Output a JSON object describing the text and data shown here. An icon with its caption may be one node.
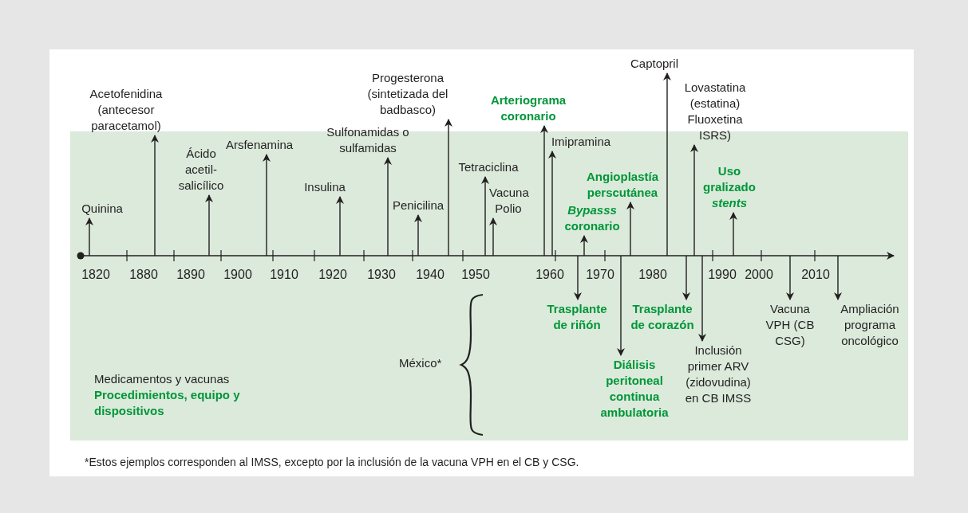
{
  "diagram": {
    "nodes": [
      {
        "text": [
          "Quinina"
        ]
      },
      {
        "text": [
          "Acetofenidina (antecesor paracetamol)"
        ]
      },
      {
        "text": [
          "Ácido acetil- salicílico"
        ]
      },
      {
        "text": [
          "Arsfenamina"
        ]
      },
      {
        "text": [
          "Insulina"
        ]
      },
      {
        "text": [
          "Sulfonamidas o sulfamidas"
        ]
      },
      {
        "text": [
          "Penicilina"
        ]
      },
      {
        "text": [
          "Progesterona (sintetizada del badbasco)"
        ]
      },
      {
        "text": [
          "Tetraciclina"
        ]
      },
      {
        "text": [
          "Vacuna Polio"
        ]
      },
      {
        "text": [
          "Arteriograma coronario"
        ]
      },
      {
        "text": [
          "Imipramina"
        ]
      },
      {
        "text": [
          "*Bypasss* coronario"
        ]
      },
      {
        "text": [
          "Angioplastía perscutánea"
        ]
      },
      {
        "text": [
          "Captopril"
        ]
      },
      {
        "text": [
          "Lovastatina (estatina) Fluoxetina ISRS)"
        ]
      },
      {
        "text": [
          "Uso gralizado *stents*"
        ]
      },
      {
        "text": [
          "Trasplante de riñón"
        ]
      },
      {
        "text": [
          "Diálisis peritoneal continua ambulatoria"
        ]
      },
      {
        "text": [
          "Trasplante de corazón"
        ]
      },
      {
        "text": [
          "Inclusión primer ARV (zidovudina) en CB IMSS"
        ]
      },
      {
        "text": [
          "Vacuna VPH (CB CSG)"
        ]
      },
      {
        "text": [
          "Ampliación programa oncológico"
        ]
      }
    ],
    "edges": [
      {
        "from": null,
        "to": 0,
        "arrow": "to"
      },
      {
        "from": null,
        "to": 1,
        "arrow": "to"
      },
      {
        "from": null,
        "to": 2,
        "arrow": "to"
      },
      {
        "from": null,
        "to": 3,
        "arrow": "to"
      },
      {
        "from": null,
        "to": 4,
        "arrow": "to"
      },
      {
        "from": null,
        "to": 5,
        "arrow": "to"
      },
      {
        "from": null,
        "to": 6,
        "arrow": "to"
      },
      {
        "from": null,
        "to": 7,
        "arrow": "to"
      },
      {
        "from": null,
        "to": 8,
        "arrow": "to"
      },
      {
        "from": null,
        "to": 9,
        "arrow": "to"
      },
      {
        "from": null,
        "to": 10,
        "arrow": "to"
      },
      {
        "from": null,
        "to": 11,
        "arrow": "to"
      },
      {
        "from": null,
        "to": 12,
        "arrow": "to"
      },
      {
        "from": null,
        "to": 13,
        "arrow": "to"
      },
      {
        "from": null,
        "to": 14,
        "arrow": "to"
      },
      {
        "from": null,
        "to": 15,
        "arrow": "to"
      },
      {
        "from": null,
        "to": 16,
        "arrow": "to"
      },
      {
        "from": null,
        "to": 17,
        "arrow": "to"
      },
      {
        "from": null,
        "to": 18,
        "arrow": "to"
      },
      {
        "from": null,
        "to": 19,
        "arrow": "to"
      },
      {
        "from": null,
        "to": 20,
        "arrow": "to"
      },
      {
        "from": null,
        "to": 21,
        "arrow": "to"
      },
      {
        "from": null,
        "to": 22,
        "arrow": "to"
      }
    ],
    "labels": [
      "1820",
      "1880",
      "1890",
      "1900",
      "1910",
      "1920",
      "1930",
      "1940",
      "1950",
      "1960",
      "1970",
      "1980",
      "1990",
      "2000",
      "2010",
      "México*",
      "*Estos ejemplos corresponden al IMSS, excepto por la inclusión de la vacuna VPH en el CB y CSG."
    ],
    "legend": [
      {
        "text": "Medicamentos y vacunas",
        "color": "#231f20"
      },
      {
        "text": "Procedimientos, equipo y dispositivos",
        "color": "#009639"
      }
    ]
  }
}
